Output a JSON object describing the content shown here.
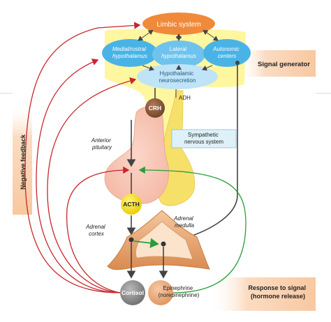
{
  "nodes": {
    "limbic_system": "Limbic system",
    "medial_rostral_hypothalamus": [
      "Medial/rostral",
      "hypothalamus"
    ],
    "lateral_hypothalamus": [
      "Lateral",
      "hypothalamus"
    ],
    "autonomic_centers": [
      "Autonomic",
      "centers"
    ],
    "hypothalamic_neurosecretion": [
      "Hypothalamic",
      "neurosecretion"
    ],
    "crh": "CRH",
    "adh": "ADH",
    "sympathetic_nervous_system": [
      "Sympathetic",
      "nervous system"
    ],
    "anterior_pituitary": [
      "Anterior",
      "pituitary"
    ],
    "acth": "ACTH",
    "adrenal_cortex": [
      "Adrenal",
      "cortex"
    ],
    "adrenal_medulla": [
      "Adrenal",
      "medulla"
    ],
    "cortisol": "Cortisol",
    "epinephrine": [
      "Epinephrine",
      "(norepinephrine)"
    ]
  },
  "side_labels": {
    "signal_generator": "Signal generator",
    "response_to_signal": [
      "Response to signal",
      "(hormone release)"
    ],
    "negative_feedback": "Negative feedback"
  },
  "colors": {
    "feedback_red": "#c8262c",
    "sympathetic_green": "#2a9d3a",
    "pathway_dark": "#444444",
    "blue_nucleus": "#4ab3e6",
    "limbic_orange": "#f08a3a",
    "yellow_region": "#fff6a0",
    "acth_yellow": "#f7e21c",
    "crh_brown": "#8a5a3a",
    "cortisol_gray": "#8a8a8a",
    "epinephrine_peach": "#e9a877",
    "label_band": "#fbdcc2"
  }
}
